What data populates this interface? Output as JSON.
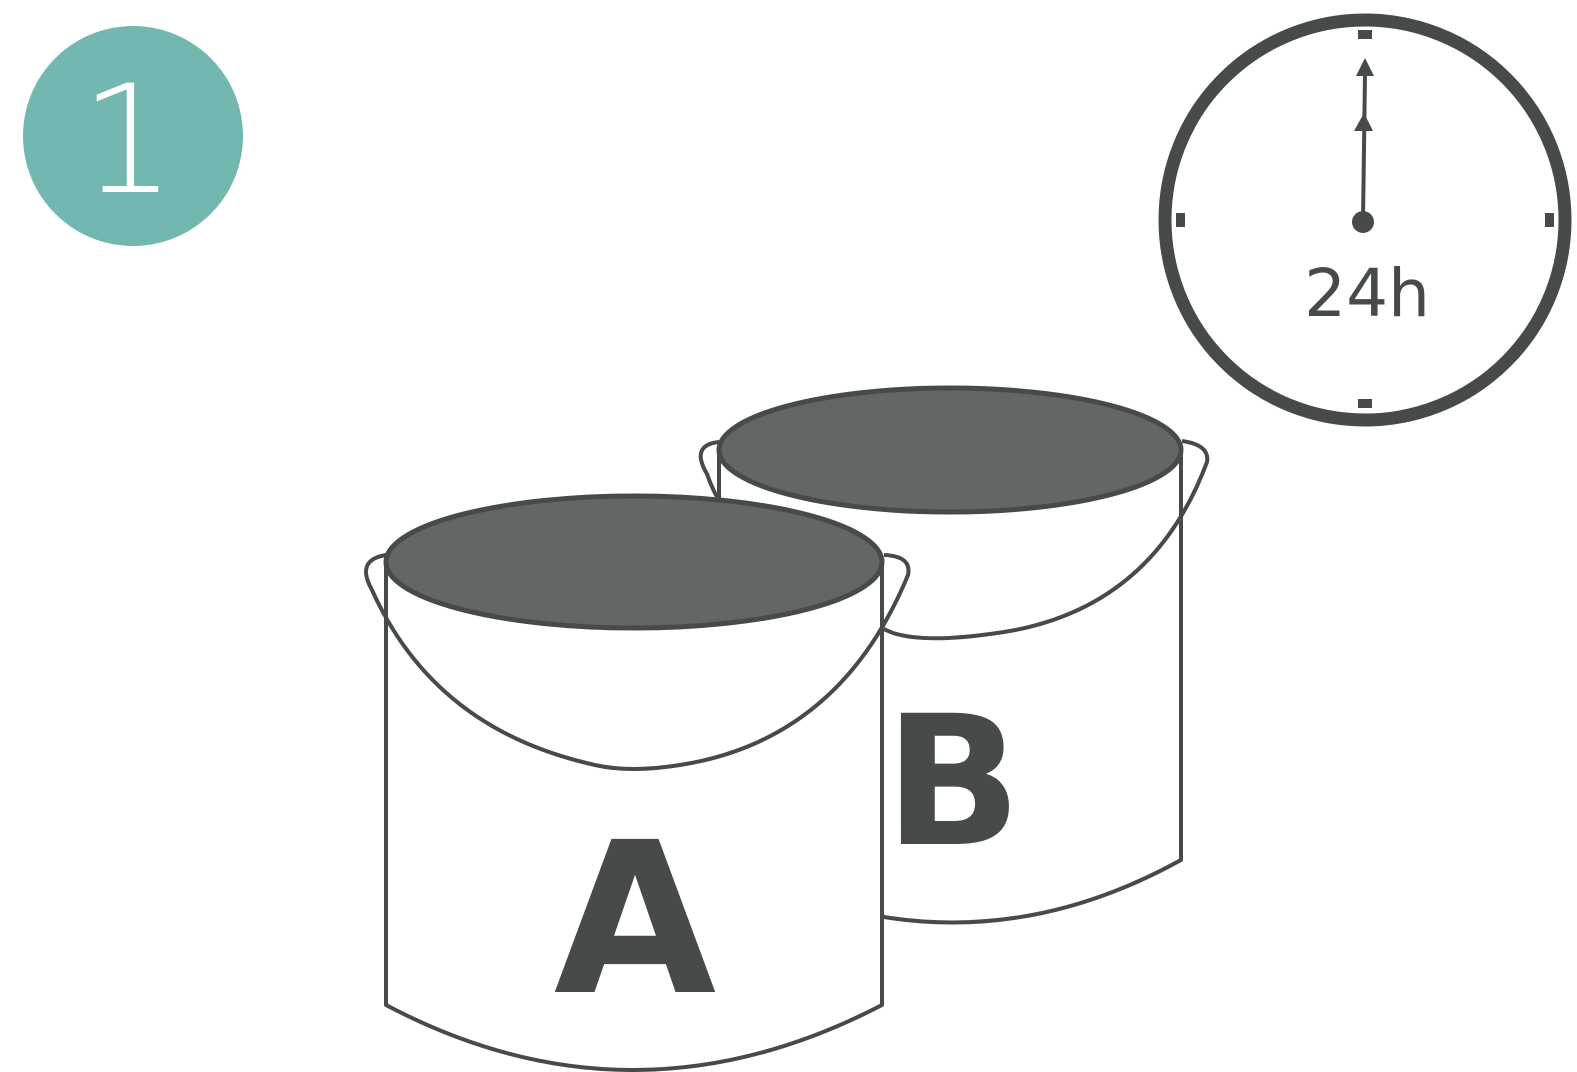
{
  "step": {
    "number": "1"
  },
  "clock": {
    "duration_label": "24h"
  },
  "buckets": {
    "a_label": "A",
    "b_label": "B"
  },
  "colors": {
    "step_badge": "#72b8b1",
    "step_text": "#ffffff",
    "outline": "#464a4b",
    "lid_fill": "#626766",
    "bucket_body": "#ffffff",
    "label_text": "#464a4b"
  }
}
